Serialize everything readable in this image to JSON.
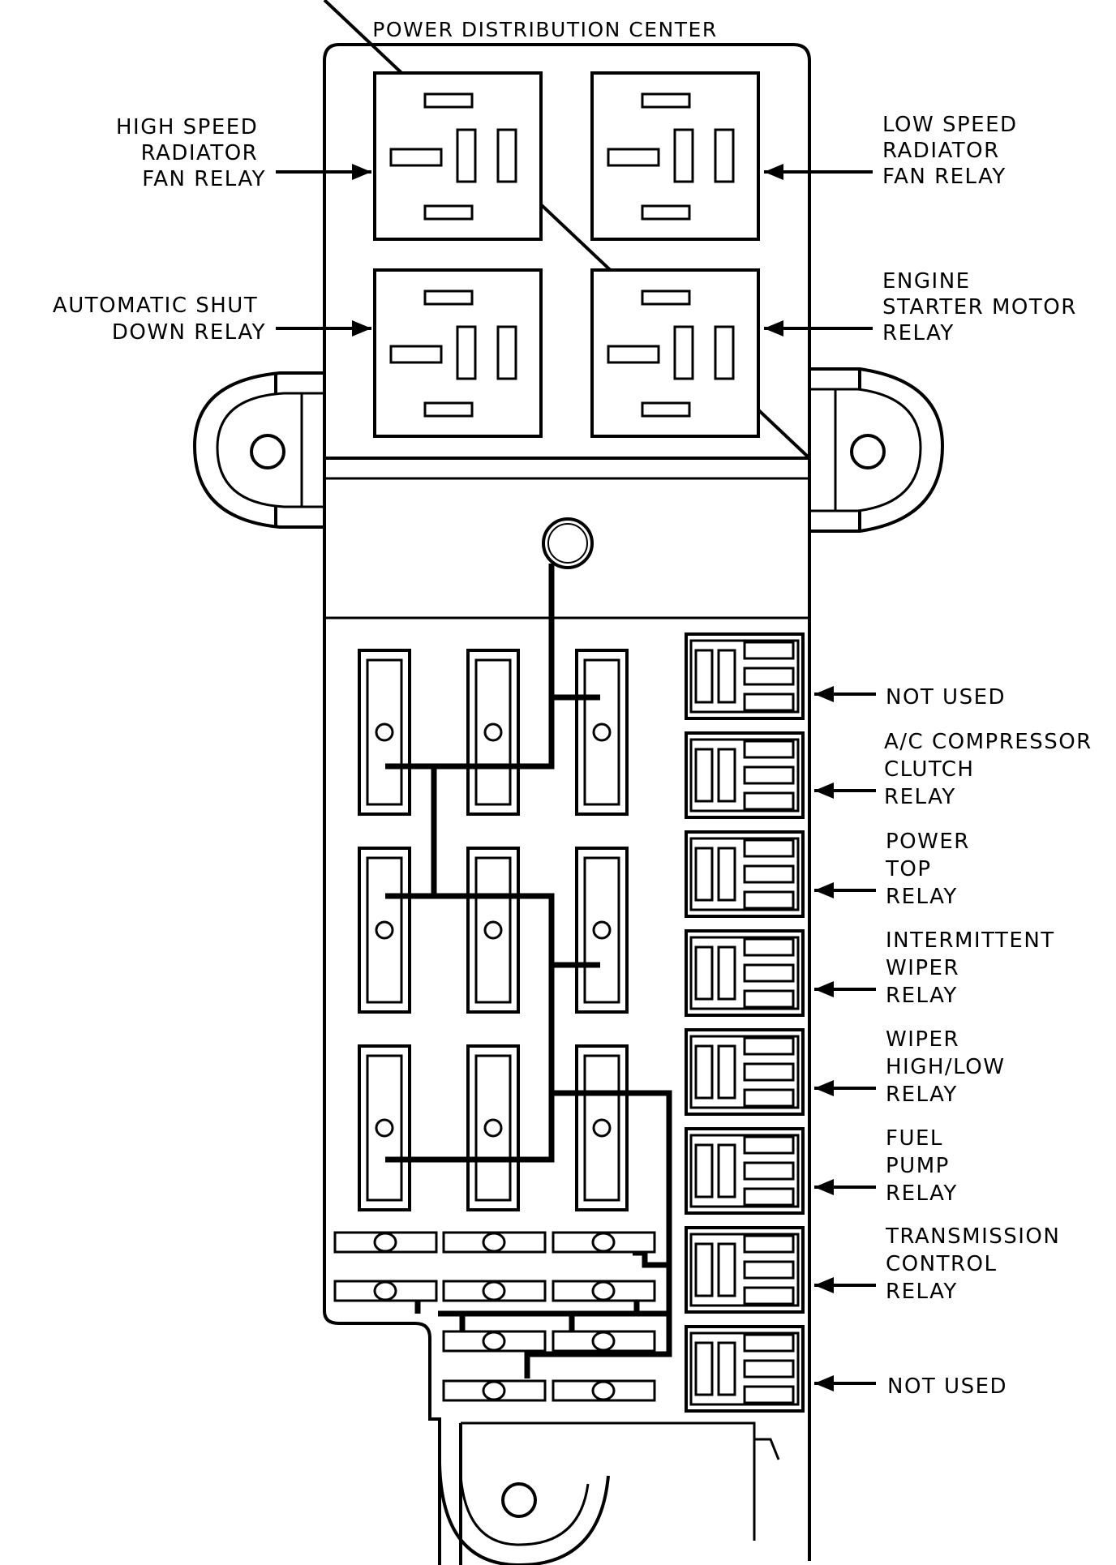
{
  "title": "POWER DISTRIBUTION CENTER",
  "labels": {
    "high_speed": [
      "HIGH SPEED",
      "RADIATOR",
      "FAN RELAY"
    ],
    "low_speed": [
      "LOW SPEED",
      "RADIATOR",
      "FAN RELAY"
    ],
    "asd": [
      "AUTOMATIC SHUT",
      "DOWN RELAY"
    ],
    "starter": [
      "ENGINE",
      "STARTER MOTOR",
      "RELAY"
    ],
    "not_used_1": [
      "NOT USED"
    ],
    "ac": [
      "A/C COMPRESSOR",
      "CLUTCH",
      "RELAY"
    ],
    "power_top": [
      "POWER",
      "TOP",
      "RELAY"
    ],
    "intermittent_wiper": [
      "INTERMITTENT",
      "WIPER",
      "RELAY"
    ],
    "wiper_high_low": [
      "WIPER",
      "HIGH/LOW",
      "RELAY"
    ],
    "fuel_pump": [
      "FUEL",
      "PUMP",
      "RELAY"
    ],
    "transmission": [
      "TRANSMISSION",
      "CONTROL",
      "RELAY"
    ],
    "not_used_2": [
      "NOT USED"
    ]
  },
  "colors": {
    "ink": "#000000",
    "paper": "#ffffff"
  }
}
